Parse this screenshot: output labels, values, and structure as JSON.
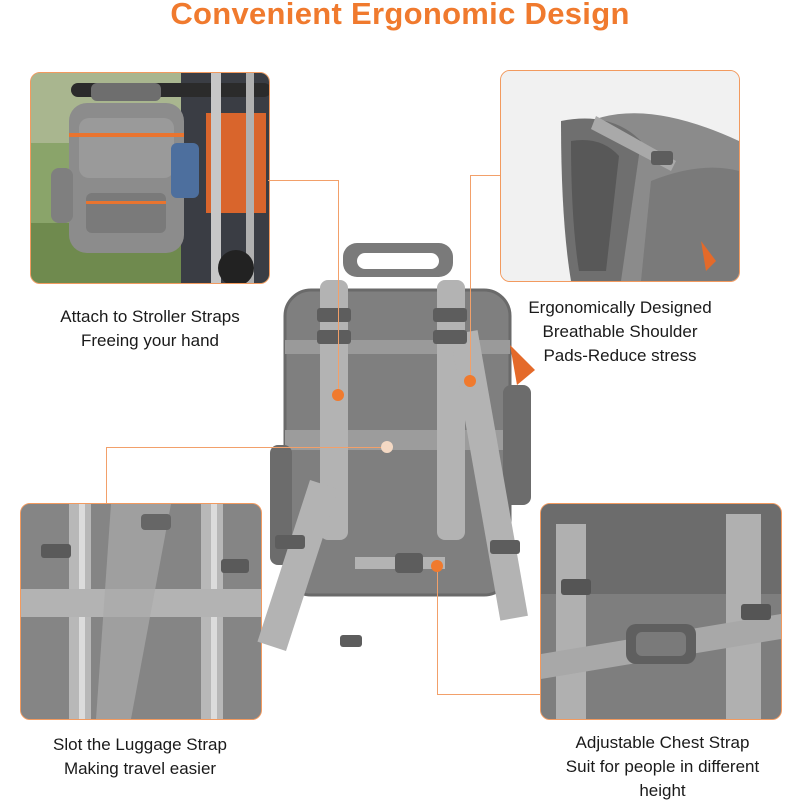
{
  "title": "Convenient Ergonomic Design",
  "colors": {
    "accent": "#f07a2e",
    "leader_line": "#f2a06a",
    "fabric": "#7d7d7d",
    "strap": "#b5b5b5"
  },
  "features": [
    {
      "lines": [
        "Attach to Stroller Straps",
        "Freeing your hand"
      ]
    },
    {
      "lines": [
        "Ergonomically Designed",
        "Breathable Shoulder",
        "Pads-Reduce stress"
      ]
    },
    {
      "lines": [
        "Slot the Luggage Strap",
        "Making travel easier"
      ]
    },
    {
      "lines": [
        "Adjustable Chest Strap",
        "Suit for people in different",
        "height"
      ]
    }
  ]
}
